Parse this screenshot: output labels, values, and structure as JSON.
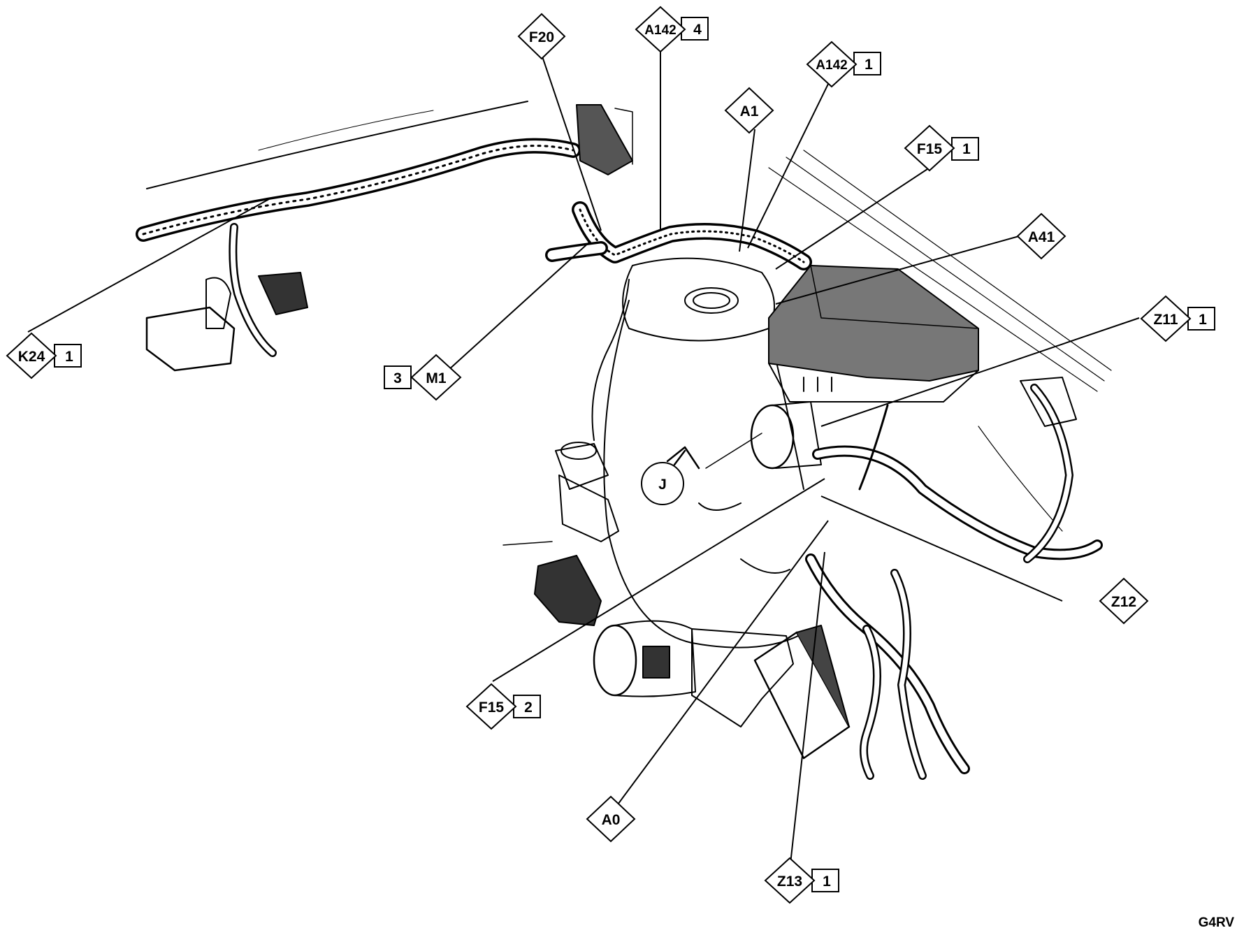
{
  "diagram": {
    "callouts": [
      {
        "id": "F20",
        "label": "F20",
        "num": ""
      },
      {
        "id": "A142-4",
        "label": "A142",
        "num": "4"
      },
      {
        "id": "A142-1",
        "label": "A142",
        "num": "1"
      },
      {
        "id": "A1",
        "label": "A1",
        "num": ""
      },
      {
        "id": "F15-1",
        "label": "F15",
        "num": "1"
      },
      {
        "id": "A41",
        "label": "A41",
        "num": ""
      },
      {
        "id": "Z11",
        "label": "Z11",
        "num": "1"
      },
      {
        "id": "K24",
        "label": "K24",
        "num": "1"
      },
      {
        "id": "M1",
        "label": "M1",
        "num": "3"
      },
      {
        "id": "J",
        "label": "J",
        "num": ""
      },
      {
        "id": "Z12",
        "label": "Z12",
        "num": ""
      },
      {
        "id": "F15-2",
        "label": "F15",
        "num": "2"
      },
      {
        "id": "A0",
        "label": "A0",
        "num": ""
      },
      {
        "id": "Z13",
        "label": "Z13",
        "num": "1"
      }
    ],
    "corner_code": "G4RV"
  }
}
